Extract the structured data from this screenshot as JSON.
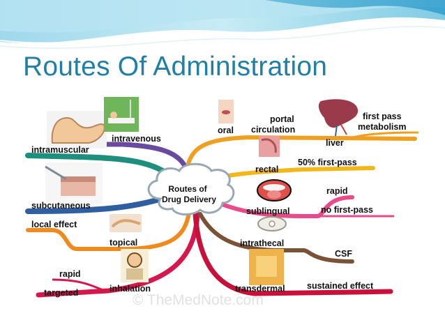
{
  "slide": {
    "title": "Routes Of Administration"
  },
  "center": {
    "line1": "Routes of",
    "line2": "Drug Delivery"
  },
  "routes": {
    "intravenous": "intravenous",
    "intramuscular": "intramuscular",
    "subcutaneous": "subcutaneous",
    "topical": "topical",
    "inhalation": "inhalation",
    "oral": "oral",
    "rectal": "rectal",
    "sublingual": "sublingual",
    "intrathecal": "intrathecal",
    "transdermal": "transdermal"
  },
  "effects": {
    "local_effect": "local effect",
    "rapid_left": "rapid",
    "targeted": "targeted",
    "portal_line1": "portal",
    "portal_line2": "circulation",
    "liver": "liver",
    "first_pass_line1": "first pass",
    "first_pass_line2": "metabolism",
    "fifty_first_pass": "50% first-pass",
    "rapid_right": "rapid",
    "no_first_pass": "no first-pass",
    "csf": "CSF",
    "sustained_effect": "sustained effect"
  },
  "watermark": "© TheMedNote.com",
  "colors": {
    "title": "#1f7fa6",
    "intravenous_branch": "#6a4aa0",
    "intramuscular_branch": "#1e8f7c",
    "subcutaneous_branch": "#2f5fa0",
    "topical_branch": "#f08a1c",
    "inhalation_branch": "#d6174c",
    "oral_branch": "#f0a020",
    "rectal_branch": "#f2b71a",
    "sublingual_branch": "#e84a8a",
    "intrathecal_branch": "#7a5236",
    "transdermal_branch": "#c8103a"
  }
}
